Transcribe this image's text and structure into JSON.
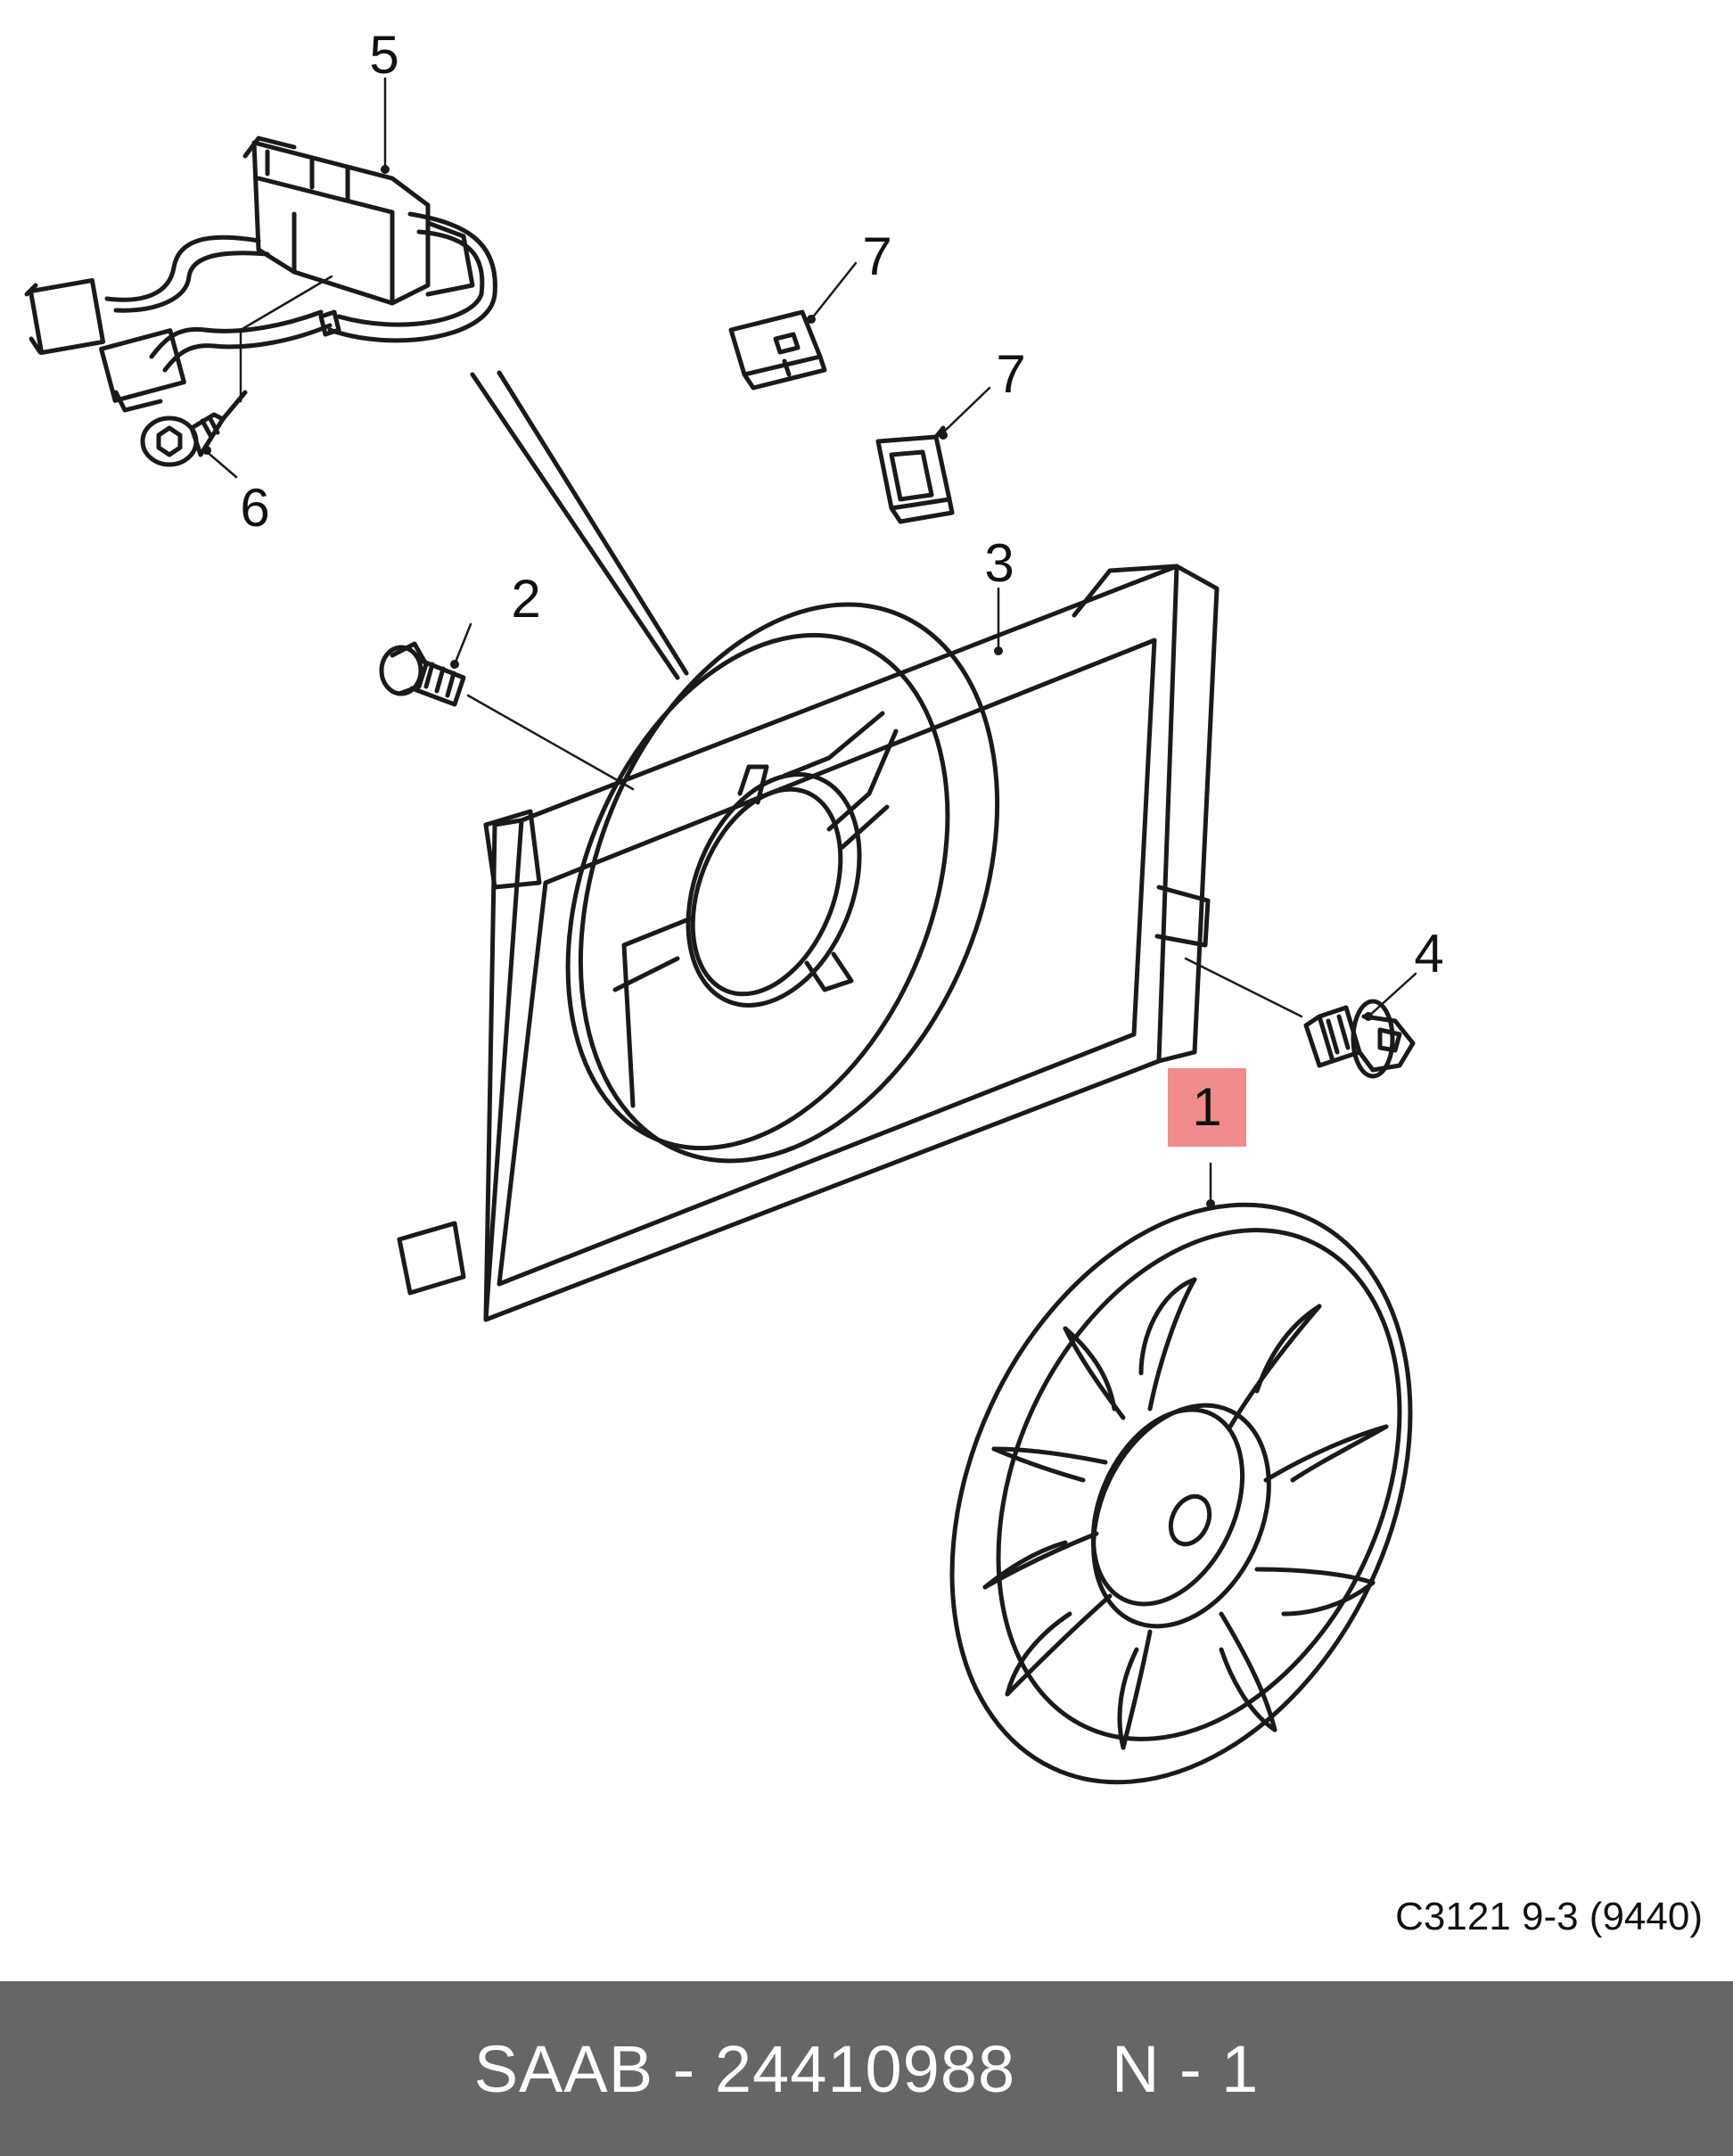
{
  "callouts": [
    {
      "id": "1",
      "label": "1",
      "highlighted": true
    },
    {
      "id": "2",
      "label": "2"
    },
    {
      "id": "3",
      "label": "3"
    },
    {
      "id": "4",
      "label": "4"
    },
    {
      "id": "5",
      "label": "5"
    },
    {
      "id": "6",
      "label": "6"
    },
    {
      "id": "7a",
      "label": "7"
    },
    {
      "id": "7b",
      "label": "7"
    }
  ],
  "reference": "C3121  9-3 (9440)",
  "footer": {
    "brand": "SAAB",
    "separator": " - ",
    "part_number": "24410988",
    "position": "N - 1"
  },
  "colors": {
    "highlight": "#f08c8c",
    "footer_bg": "#666666",
    "footer_text": "#ffffff"
  }
}
